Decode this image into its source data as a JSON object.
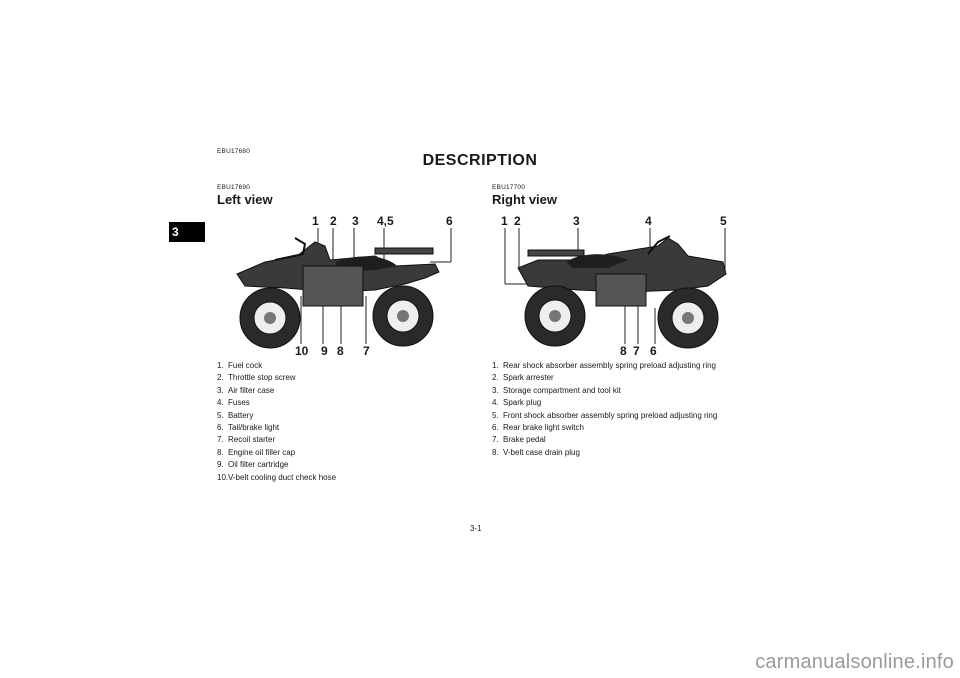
{
  "page": {
    "doc_code": "EBU17680",
    "title": "DESCRIPTION",
    "chapter_tab": "3",
    "page_number": "3-1",
    "footer": "carmanualsonline.info"
  },
  "left_view": {
    "code": "EBU17690",
    "title": "Left view",
    "callouts_top": [
      "1",
      "2",
      "3",
      "4,5",
      "6"
    ],
    "callouts_bottom": [
      "10",
      "9",
      "8",
      "7"
    ],
    "items": [
      {
        "num": "1.",
        "text": "Fuel cock"
      },
      {
        "num": "2.",
        "text": "Throttle stop screw"
      },
      {
        "num": "3.",
        "text": "Air filter case"
      },
      {
        "num": "4.",
        "text": "Fuses"
      },
      {
        "num": "5.",
        "text": "Battery"
      },
      {
        "num": "6.",
        "text": "Tail/brake light"
      },
      {
        "num": "7.",
        "text": "Recoil starter"
      },
      {
        "num": "8.",
        "text": "Engine oil filler cap"
      },
      {
        "num": "9.",
        "text": "Oil filter cartridge"
      },
      {
        "num": "10.",
        "text": "V-belt cooling duct check hose"
      }
    ]
  },
  "right_view": {
    "code": "EBU17700",
    "title": "Right view",
    "callouts_top": [
      "1",
      "2",
      "3",
      "4",
      "5"
    ],
    "callouts_bottom": [
      "8",
      "7",
      "6"
    ],
    "items": [
      {
        "num": "1.",
        "text": "Rear shock absorber assembly spring preload adjusting ring"
      },
      {
        "num": "2.",
        "text": "Spark arrester"
      },
      {
        "num": "3.",
        "text": "Storage compartment and tool kit"
      },
      {
        "num": "4.",
        "text": "Spark plug"
      },
      {
        "num": "5.",
        "text": "Front shock absorber assembly spring preload adjusting ring"
      },
      {
        "num": "6.",
        "text": "Rear brake light switch"
      },
      {
        "num": "7.",
        "text": "Brake pedal"
      },
      {
        "num": "8.",
        "text": "V-belt case drain plug"
      }
    ]
  }
}
